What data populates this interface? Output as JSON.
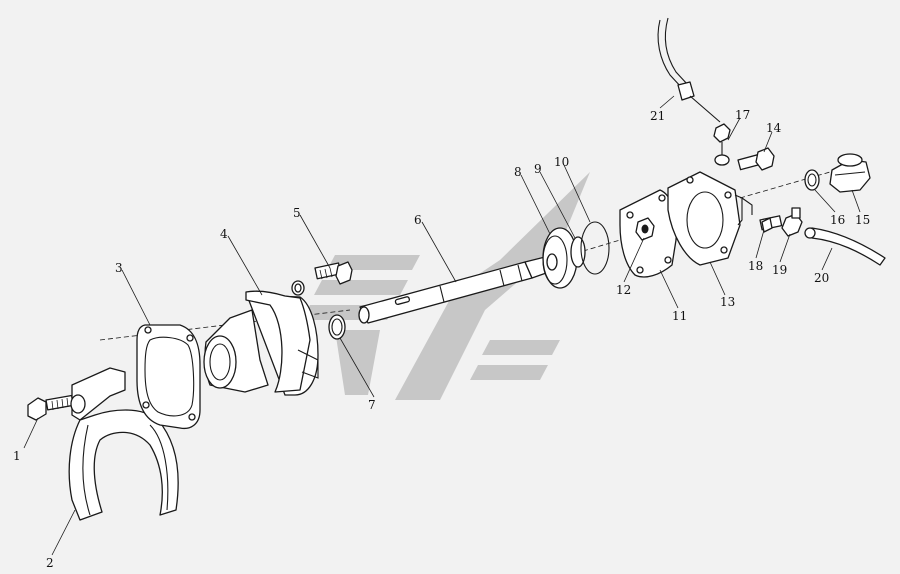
{
  "callouts": [
    {
      "id": "1",
      "label": "1"
    },
    {
      "id": "2",
      "label": "2"
    },
    {
      "id": "3",
      "label": "3"
    },
    {
      "id": "4",
      "label": "4"
    },
    {
      "id": "5",
      "label": "5"
    },
    {
      "id": "6",
      "label": "6"
    },
    {
      "id": "7",
      "label": "7"
    },
    {
      "id": "8",
      "label": "8"
    },
    {
      "id": "9",
      "label": "9"
    },
    {
      "id": "10",
      "label": "10"
    },
    {
      "id": "11",
      "label": "11"
    },
    {
      "id": "12",
      "label": "12"
    },
    {
      "id": "13",
      "label": "13"
    },
    {
      "id": "14",
      "label": "14"
    },
    {
      "id": "15",
      "label": "15"
    },
    {
      "id": "16",
      "label": "16"
    },
    {
      "id": "17",
      "label": "17"
    },
    {
      "id": "18",
      "label": "18"
    },
    {
      "id": "19",
      "label": "19"
    },
    {
      "id": "20",
      "label": "20"
    },
    {
      "id": "21",
      "label": "21"
    }
  ],
  "colors": {
    "line": "#1a1a1a",
    "background": "#f2f2f2",
    "watermark": "#c7c7c7"
  }
}
